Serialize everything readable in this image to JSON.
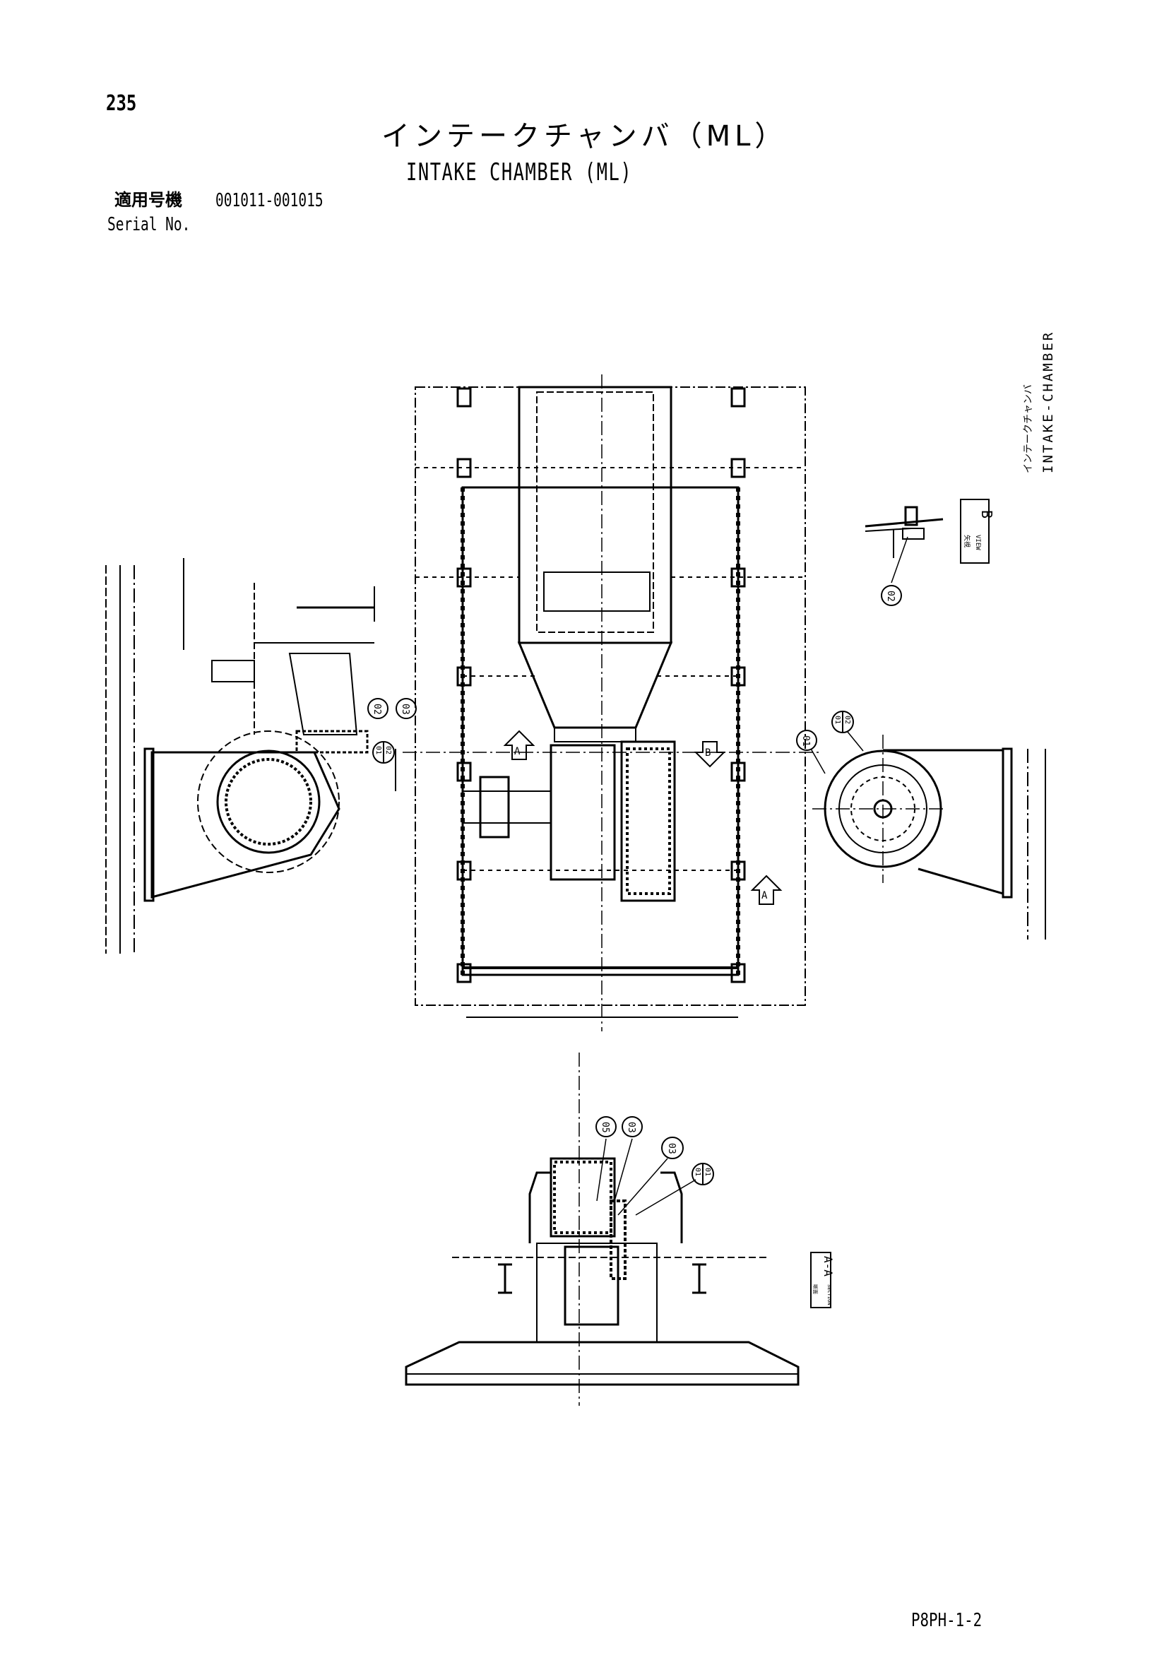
{
  "header": {
    "page_number": "235",
    "title_jp": "インテークチャンバ（ML）",
    "title_en": "INTAKE CHAMBER (ML)",
    "serial_label_jp": "適用号機",
    "serial_range": "001011-001015",
    "serial_label_en": "Serial No."
  },
  "side_label": {
    "jp": "インテークチャンバ",
    "en": "INTAKE-CHAMBER"
  },
  "views": {
    "view_b": {
      "label": "VIEW",
      "letter": "B",
      "jp": "矢視"
    },
    "section_aa": {
      "label": "SECTION",
      "letter": "A-A",
      "jp": "断面"
    },
    "arrow_a": "A",
    "arrow_b": "B"
  },
  "balloons": {
    "left_view": [
      "02",
      "03",
      "01",
      "02"
    ],
    "right_view": [
      "01",
      "01",
      "02"
    ],
    "view_b": [
      "02"
    ],
    "section": [
      "05",
      "03",
      "03",
      "01",
      "01"
    ]
  },
  "footer": {
    "code": "P8PH-1-2"
  }
}
